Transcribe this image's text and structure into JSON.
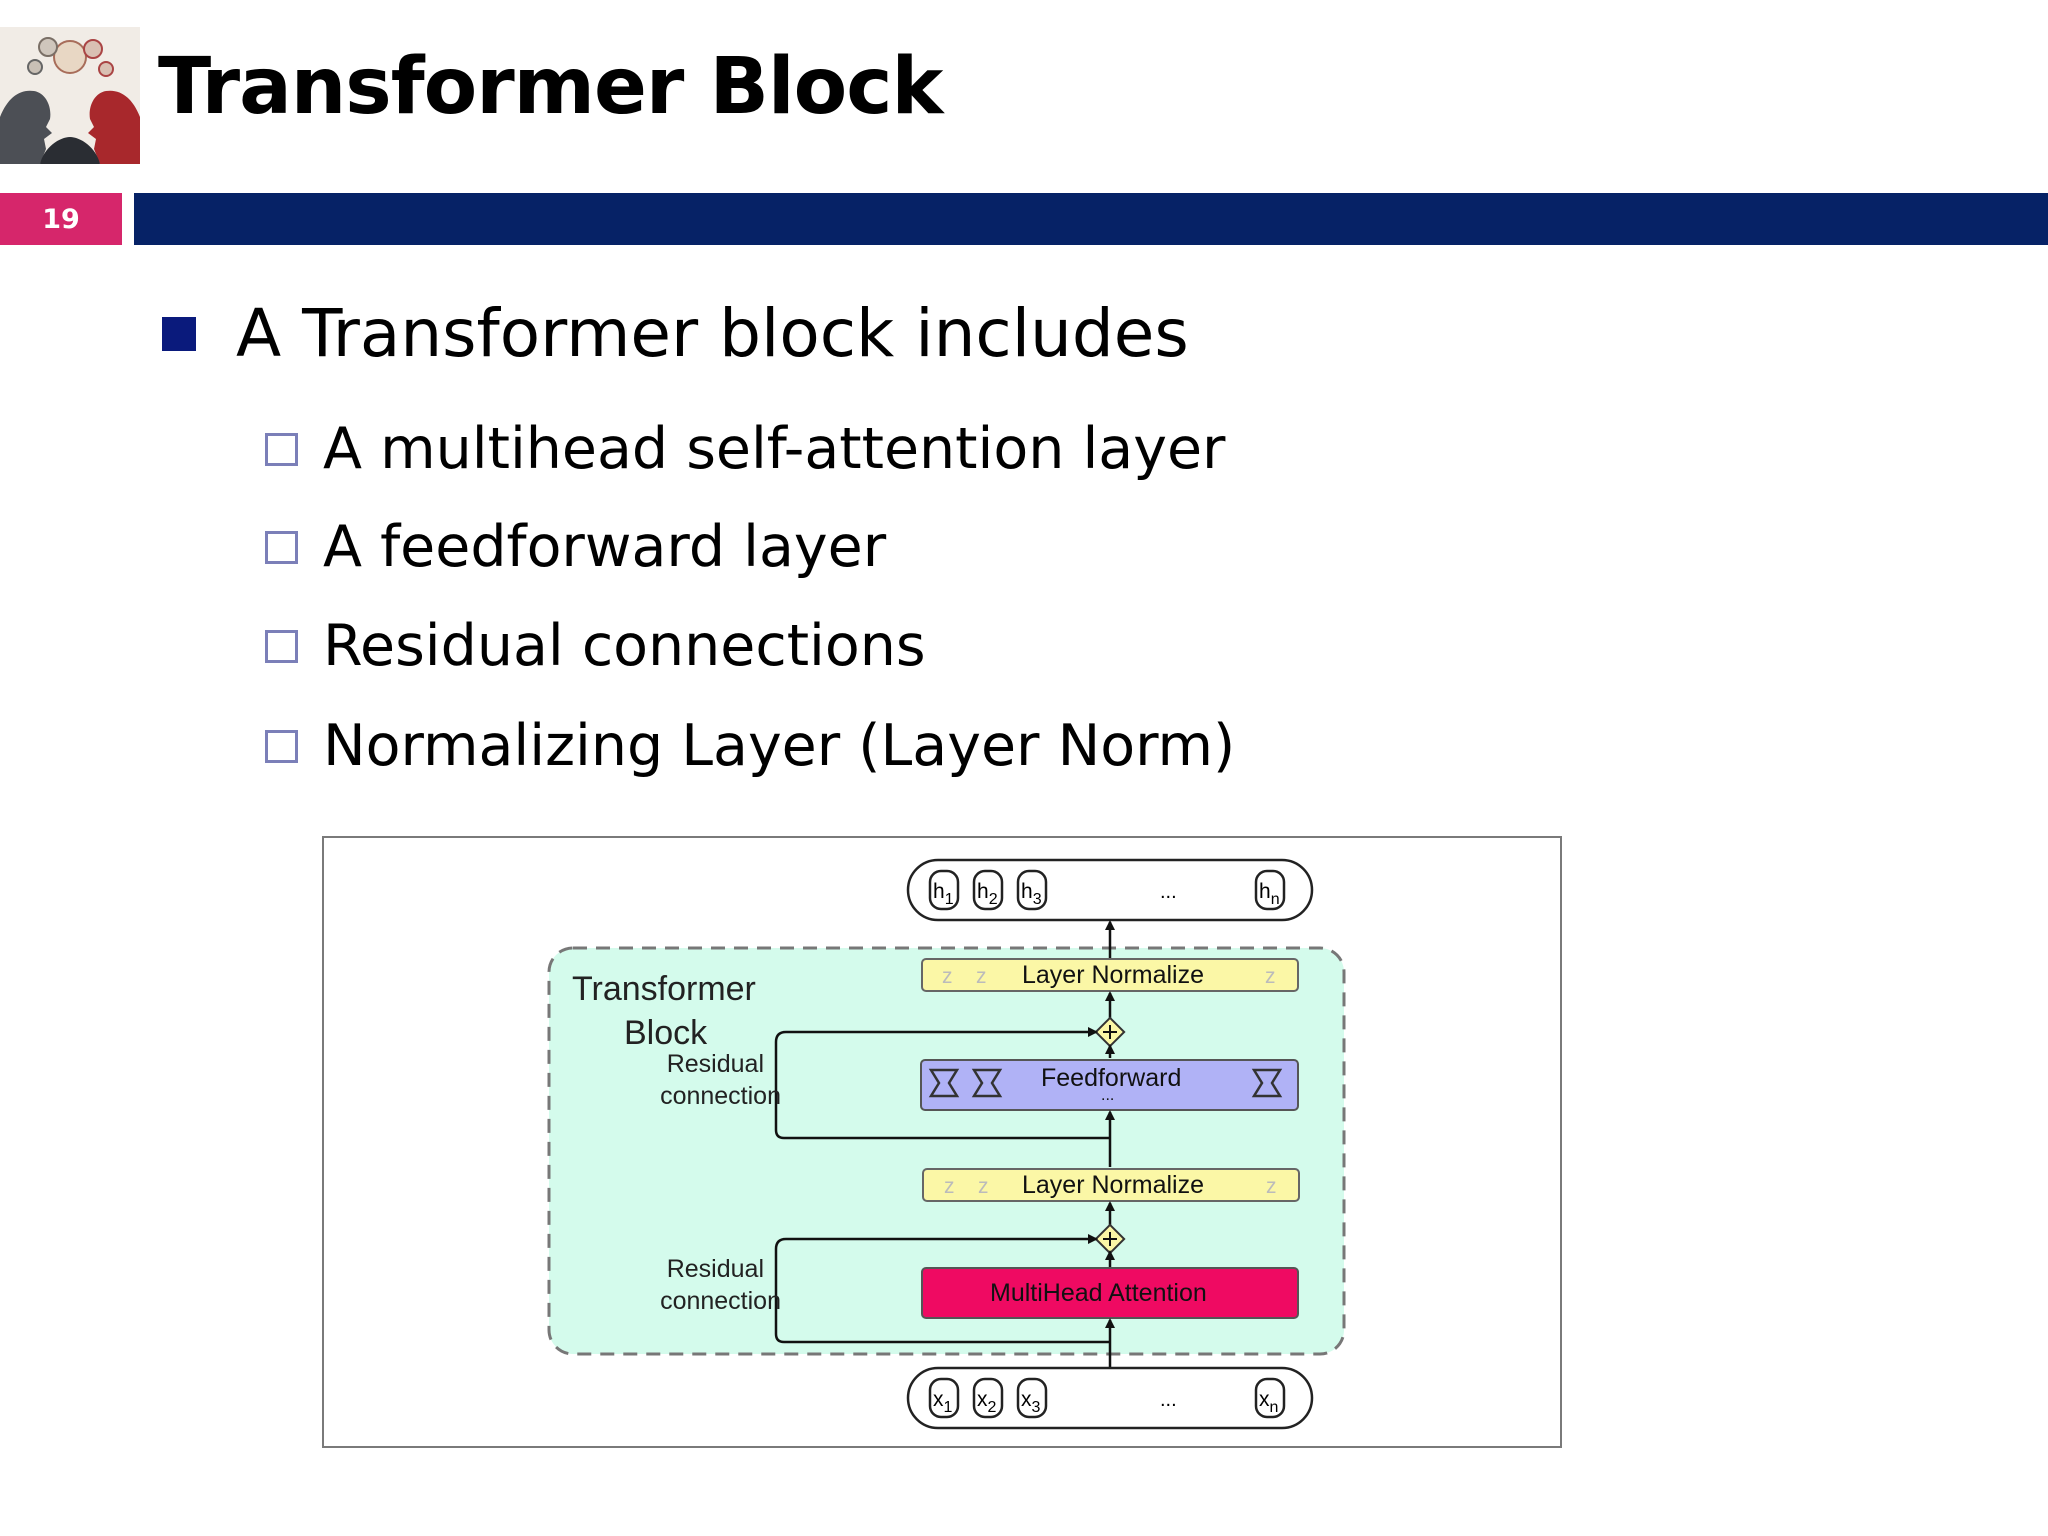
{
  "slide": {
    "title": "Transformer Block",
    "number": "19",
    "colors": {
      "number_badge": "#d6266b",
      "title_bar": "#062266",
      "bullet": "#0a1a7c"
    }
  },
  "bullets": {
    "main": "A Transformer block includes",
    "sub": [
      "A multihead self-attention layer",
      "A feedforward layer",
      "Residual connections",
      "Normalizing Layer (Layer Norm)"
    ]
  },
  "diagram": {
    "block_label_line1": "Transformer",
    "block_label_line2": "Block",
    "residual_line1": "Residual",
    "residual_line2": "connection",
    "layer_norm": "Layer Normalize",
    "feedforward": "Feedforward",
    "attention": "MultiHead Attention",
    "ellipsis": "...",
    "z": "z",
    "outputs": [
      {
        "base": "h",
        "sub": "1"
      },
      {
        "base": "h",
        "sub": "2"
      },
      {
        "base": "h",
        "sub": "3"
      },
      {
        "base": "h",
        "sub": "n"
      }
    ],
    "inputs": [
      {
        "base": "x",
        "sub": "1"
      },
      {
        "base": "x",
        "sub": "2"
      },
      {
        "base": "x",
        "sub": "3"
      },
      {
        "base": "x",
        "sub": "n"
      }
    ],
    "colors": {
      "block_fill": "#d4fbec",
      "layer_norm": "#fbf7a6",
      "feedforward": "#b0b2f6",
      "attention": "#ef0a62"
    }
  }
}
